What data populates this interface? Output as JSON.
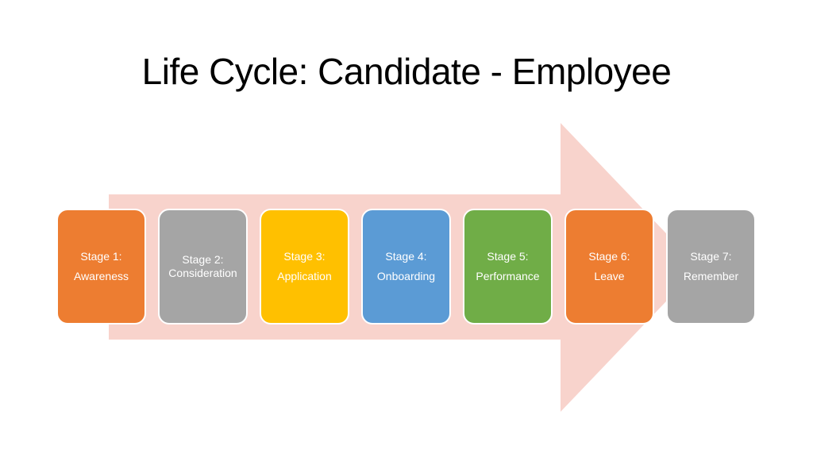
{
  "title": "Life Cycle: Candidate - Employee",
  "colors": {
    "arrow": "#f8d3cc",
    "orange": "#ed7d31",
    "gray": "#a5a5a5",
    "yellow": "#ffc000",
    "blue": "#5b9bd5",
    "green": "#70ad47"
  },
  "stages": [
    {
      "label": "Stage 1:",
      "name": "Awareness",
      "color": "#ed7d31"
    },
    {
      "label": "Stage 2:",
      "name": "Consideration",
      "color": "#a5a5a5"
    },
    {
      "label": "Stage 3:",
      "name": "Application",
      "color": "#ffc000"
    },
    {
      "label": "Stage 4:",
      "name": "Onboarding",
      "color": "#5b9bd5"
    },
    {
      "label": "Stage 5:",
      "name": "Performance",
      "color": "#70ad47"
    },
    {
      "label": "Stage 6:",
      "name": "Leave",
      "color": "#ed7d31"
    },
    {
      "label": "Stage 7:",
      "name": "Remember",
      "color": "#a5a5a5"
    }
  ]
}
